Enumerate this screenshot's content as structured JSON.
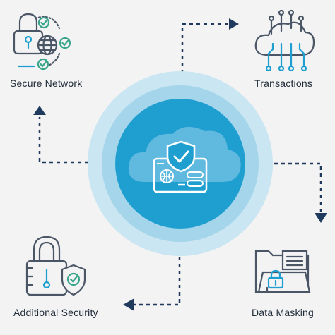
{
  "nodes": {
    "secure_network": {
      "label": "Secure Network",
      "icon": "lock-globe-icon"
    },
    "transactions": {
      "label": "Transactions",
      "icon": "cloud-circuit-icon"
    },
    "additional_security": {
      "label": "Additional Security",
      "icon": "padlock-shield-icon"
    },
    "data_masking": {
      "label": "Data Masking",
      "icon": "folder-lock-icon"
    }
  },
  "center": {
    "icon": "cloud-shield-card-icon"
  },
  "colors": {
    "navy": "#1f3a5c",
    "outline": "#4a5565",
    "accent": "#1f9fd0",
    "green": "#3aa58a",
    "ring_outer": "#c9e6f2",
    "ring_mid": "#9fd2e8",
    "core": "#1f9fd0",
    "background": "#f3f3f4"
  }
}
